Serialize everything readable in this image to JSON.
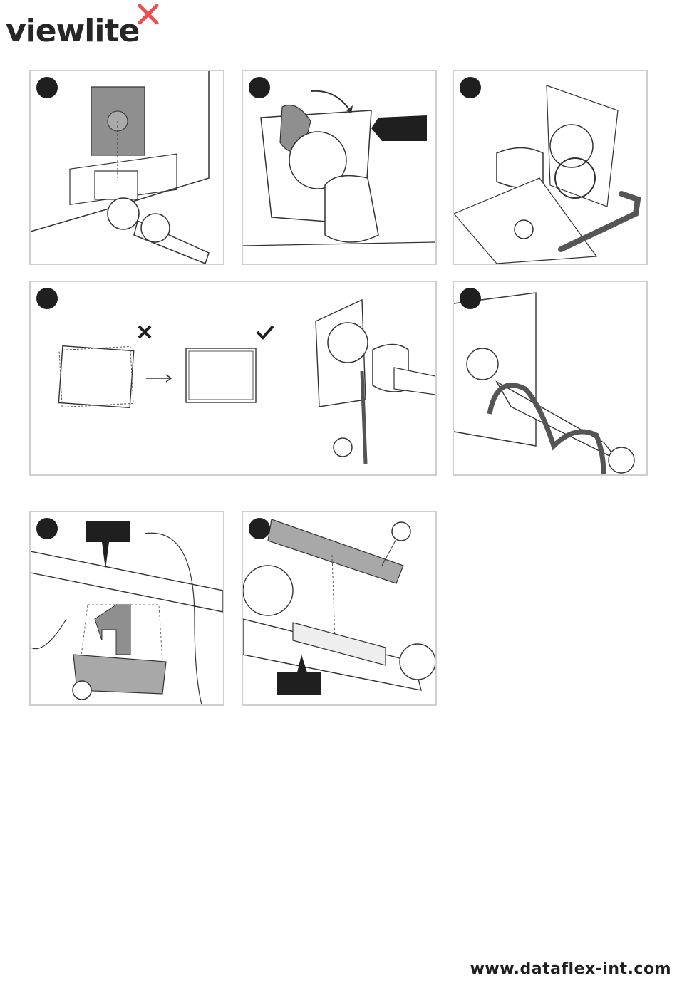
{
  "brand": {
    "logo_text": "viewlite",
    "accent_color": "#f04e4e"
  },
  "steps": [
    {
      "id": 1
    },
    {
      "id": 2
    },
    {
      "id": 3
    },
    {
      "id": 4
    },
    {
      "id": 5
    },
    {
      "id": 6
    },
    {
      "id": 7
    }
  ],
  "icons": {
    "wrong": "cross-icon",
    "right": "check-icon",
    "arrow": "arrow-right-icon"
  },
  "footer": {
    "url": "www.dataflex-int.com"
  }
}
